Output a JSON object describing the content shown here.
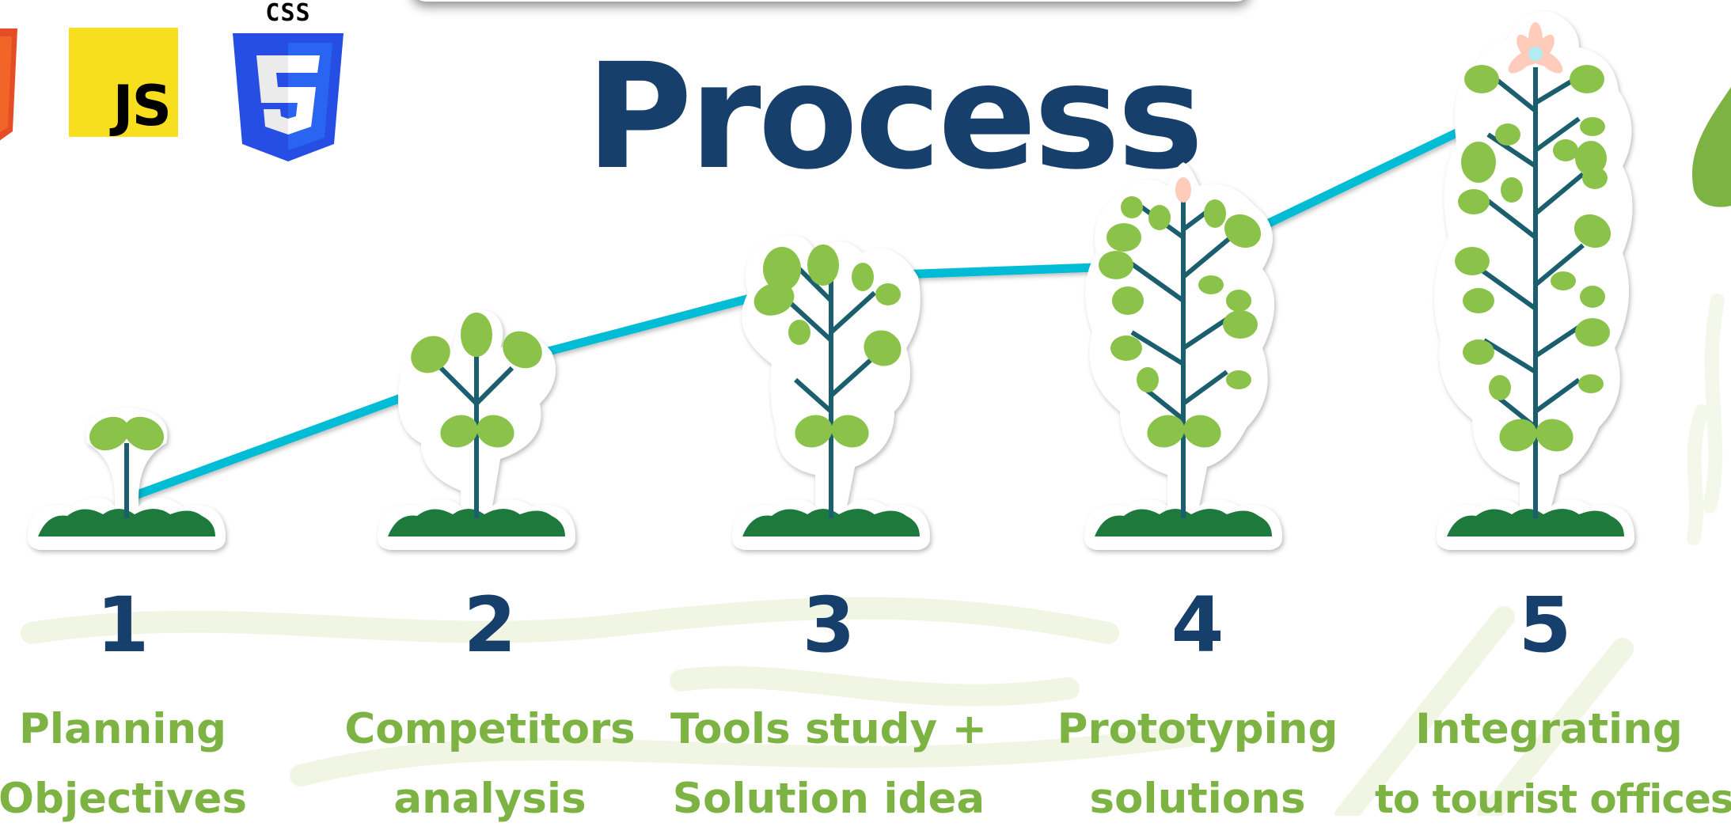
{
  "title": "Process",
  "logos": {
    "js": "JS",
    "css": "CSS"
  },
  "steps": [
    {
      "number": "1",
      "label_line1": "Planning",
      "label_line2": "Objectives"
    },
    {
      "number": "2",
      "label_line1": "Competitors",
      "label_line2": "analysis"
    },
    {
      "number": "3",
      "label_line1": "Tools study +",
      "label_line2": "Solution idea"
    },
    {
      "number": "4",
      "label_line1": "Prototyping",
      "label_line2": "solutions"
    },
    {
      "number": "5",
      "label_line1": "Integrating",
      "label_line2": "to tourist offices"
    }
  ],
  "colors": {
    "title": "#163F6B",
    "number": "#163F6B",
    "label": "#7CB342",
    "connector": "#00BCD4",
    "leaf": "#8BC34A",
    "stem": "#1B5E6E",
    "soil": "#1E7A3C",
    "flower": "#FFCCBC"
  }
}
